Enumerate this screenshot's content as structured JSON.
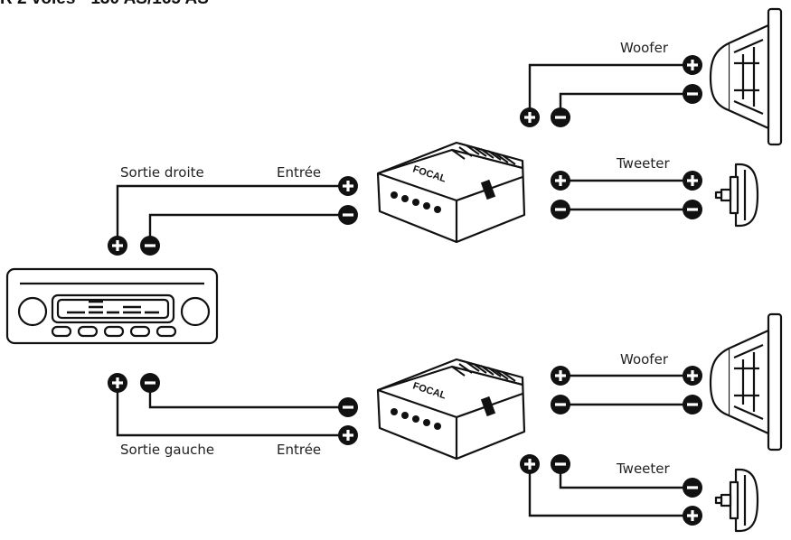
{
  "header": {
    "title": "R 2 voies - 130 AS/165 AS"
  },
  "colors": {
    "ink": "#111111",
    "background": "#ffffff"
  },
  "labels": {
    "sortie_droite": "Sortie droite",
    "sortie_gauche": "Sortie gauche",
    "entree_top": "Entrée",
    "entree_bottom": "Entrée",
    "woofer_top": "Woofer",
    "tweeter_top": "Tweeter",
    "woofer_bottom": "Woofer",
    "tweeter_bottom": "Tweeter"
  },
  "brand": {
    "crossover_logo": "FOCAL"
  },
  "terminals": {
    "plus": "+",
    "minus": "−"
  },
  "icons": {
    "head_unit": "car-radio-icon",
    "crossover": "crossover-filter-icon",
    "woofer": "woofer-speaker-icon",
    "tweeter": "tweeter-speaker-icon"
  }
}
